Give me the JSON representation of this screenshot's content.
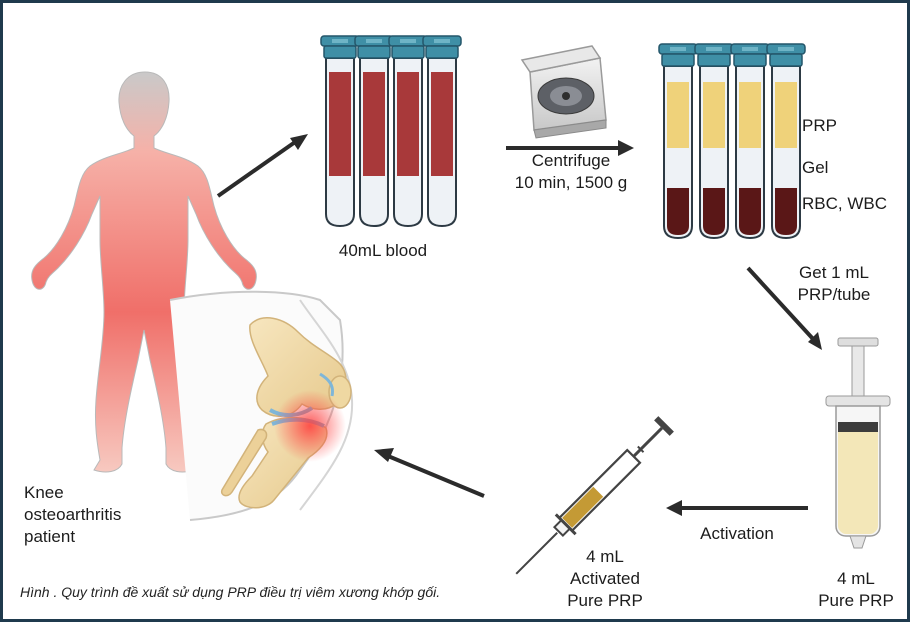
{
  "labels": {
    "blood_volume": "40mL blood",
    "centrifuge_line1": "Centrifuge",
    "centrifuge_line2": "10 min, 1500 g",
    "layer_prp": "PRP",
    "layer_gel": "Gel",
    "layer_rbc_wbc": "RBC, WBC",
    "collect_line1": "Get 1 mL",
    "collect_line2": "PRP/tube",
    "pure_prp_line1": "4 mL",
    "pure_prp_line2": "Pure PRP",
    "activation": "Activation",
    "activated_line1": "4 mL",
    "activated_line2": "Activated",
    "activated_line3": "Pure PRP",
    "patient_line1": "Knee",
    "patient_line2": "osteoarthritis",
    "patient_line3": "patient"
  },
  "caption": "Hình . Quy trình đề xuất sử dụng PRP điều trị viêm xương khớp gối.",
  "colors": {
    "frame": "#1f3a4d",
    "tube_cap": "#3f8fa6",
    "whole_blood": "#a8393a",
    "prp_plasma": "#efd27a",
    "rbc_layer": "#5a1717",
    "body": "#f07f7a",
    "arrow": "#2b2b2b",
    "syringe_fill": "#c49a35"
  }
}
